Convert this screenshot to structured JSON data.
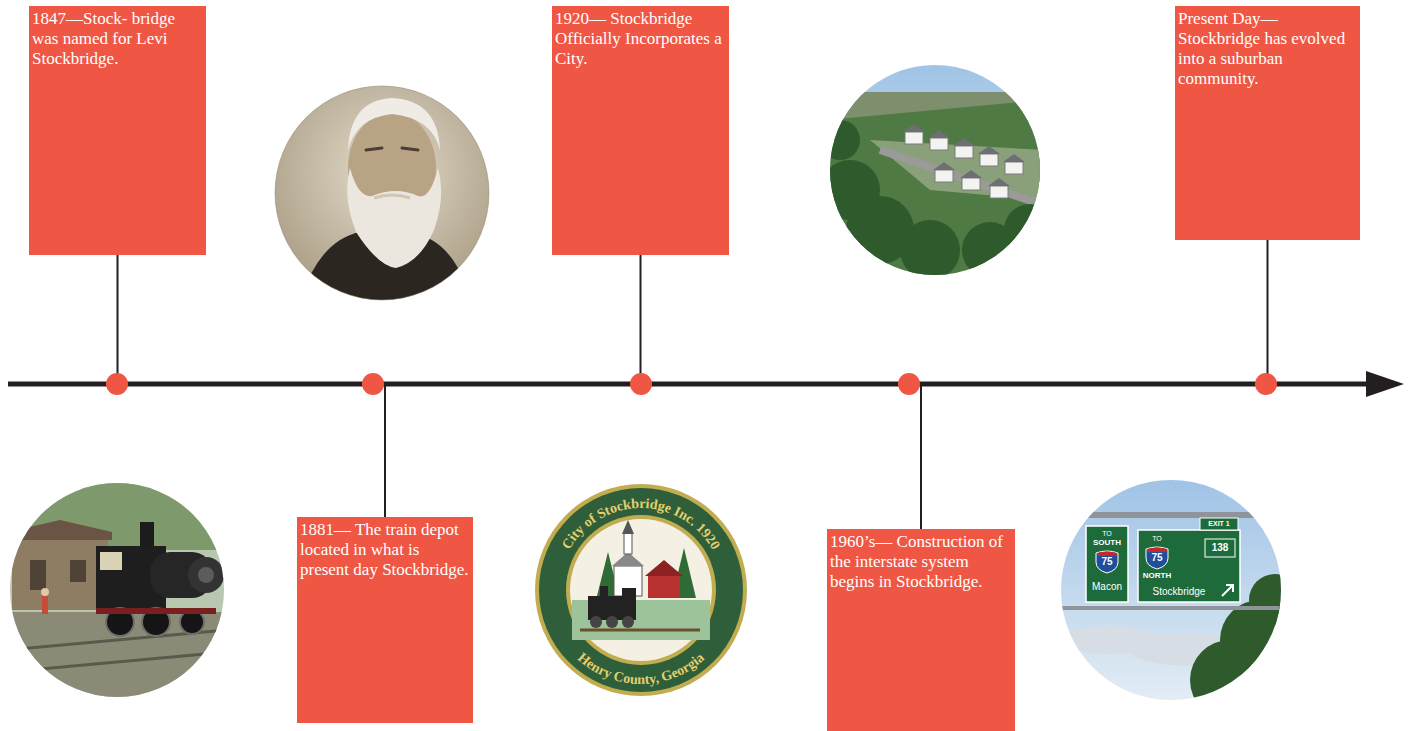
{
  "diagram": {
    "nodes": [
      {
        "text": [
          "1847—Stock- bridge was named for Levi Stockbridge."
        ]
      },
      {
        "text": [
          "1881— The train depot located in what is present day Stockbridge."
        ]
      },
      {
        "text": [
          "1920— Stockbridge Officially Incorporates a City."
        ]
      },
      {
        "text": [
          "1960’s— Construction of the interstate system begins in Stockbridge."
        ]
      },
      {
        "text": [
          "Present Day— Stockbridge has evolved into a suburban community."
        ]
      }
    ],
    "labels": [
      "City of Stockbridge Inc. 1920",
      "Henry County, Georgia",
      "TO",
      "SOUTH",
      "75",
      "Macon",
      "EXIT 1",
      "TO",
      "75",
      "NORTH",
      "138",
      "Stockbridge"
    ]
  }
}
